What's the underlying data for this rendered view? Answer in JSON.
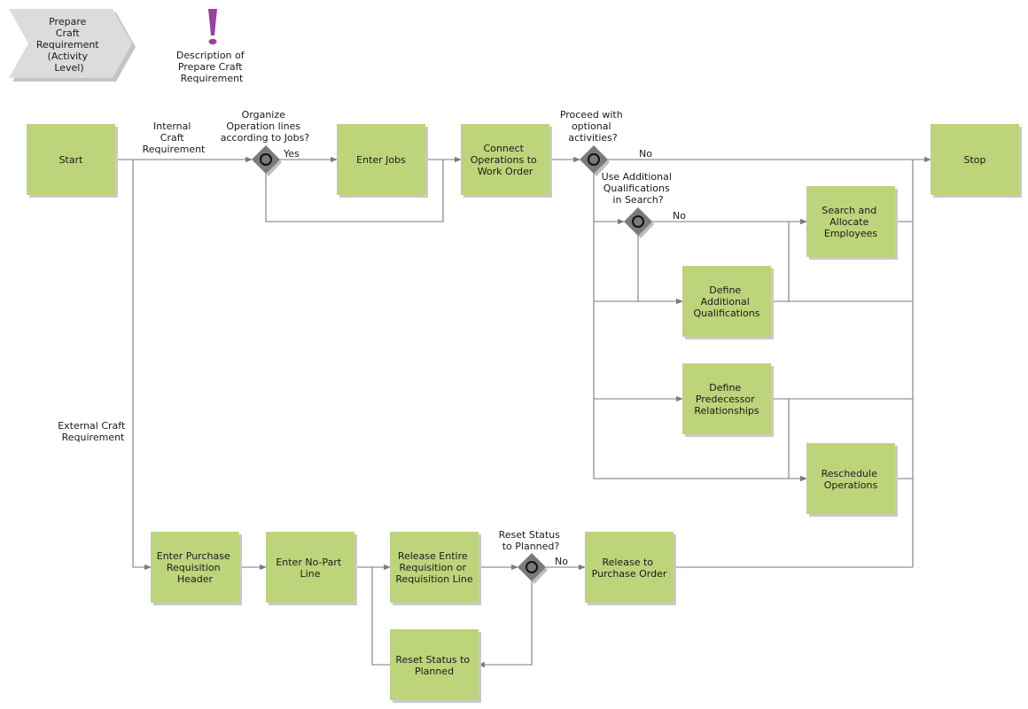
{
  "header": {
    "activity": [
      "Prepare",
      "Craft",
      "Requirement",
      "(Activity",
      "Level)"
    ],
    "description": [
      "Description of",
      "Prepare Craft",
      "Requirement"
    ]
  },
  "nodes": {
    "start": [
      "Start"
    ],
    "enter_jobs": [
      "Enter Jobs"
    ],
    "connect_ops": [
      "Connect",
      "Operations to",
      "Work Order"
    ],
    "stop": [
      "Stop"
    ],
    "search_allocate": [
      "Search and",
      "Allocate",
      "Employees"
    ],
    "define_additional": [
      "Define",
      "Additional",
      "Qualifications"
    ],
    "define_predecessor": [
      "Define",
      "Predecessor",
      "Relationships"
    ],
    "reschedule": [
      "Reschedule",
      "Operations"
    ],
    "enter_pr_header": [
      "Enter Purchase",
      "Requisition",
      "Header"
    ],
    "enter_nopart": [
      "Enter No-Part",
      "Line"
    ],
    "release_entire": [
      "Release Entire",
      "Requisition or",
      "Requisition Line"
    ],
    "release_po": [
      "Release to",
      "Purchase Order"
    ],
    "reset_status": [
      "Reset Status to",
      "Planned"
    ]
  },
  "labels": {
    "internal_craft": [
      "Internal",
      "Craft",
      "Requirement"
    ],
    "external_craft": [
      "External Craft",
      "Requirement"
    ],
    "organize_question": [
      "Organize",
      "Operation lines",
      "according to Jobs?"
    ],
    "proceed_question": [
      "Proceed with",
      "optional",
      "activities?"
    ],
    "use_additional_question": [
      "Use Additional",
      "Qualifications",
      "in Search?"
    ],
    "reset_question": [
      "Reset Status",
      "to Planned?"
    ],
    "yes_organize": "Yes",
    "no_proceed": "No",
    "no_use_additional": "No",
    "no_reset": "No"
  },
  "colors": {
    "node_fill": "#bdd47b",
    "connector": "#7a7a7a",
    "gateway": "#7a7a7a",
    "alert_icon": "#9b3fa0",
    "chevron_fill": "#dcdcdc"
  }
}
